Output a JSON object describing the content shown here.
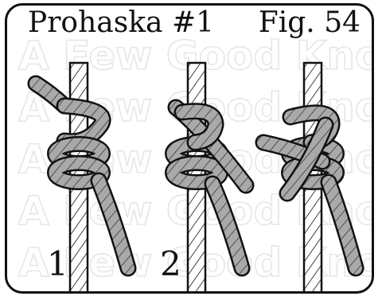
{
  "title": "Prohaska #1",
  "figure_label": "Fig. 54",
  "step_labels": [
    "1",
    "2"
  ],
  "watermark": "A Few Good Knots",
  "colors": {
    "rope_fill": "#a9a9a9",
    "rope_stroke": "#111111",
    "standing_rope": "#ffffff",
    "watermark": "#e6e6e6"
  }
}
